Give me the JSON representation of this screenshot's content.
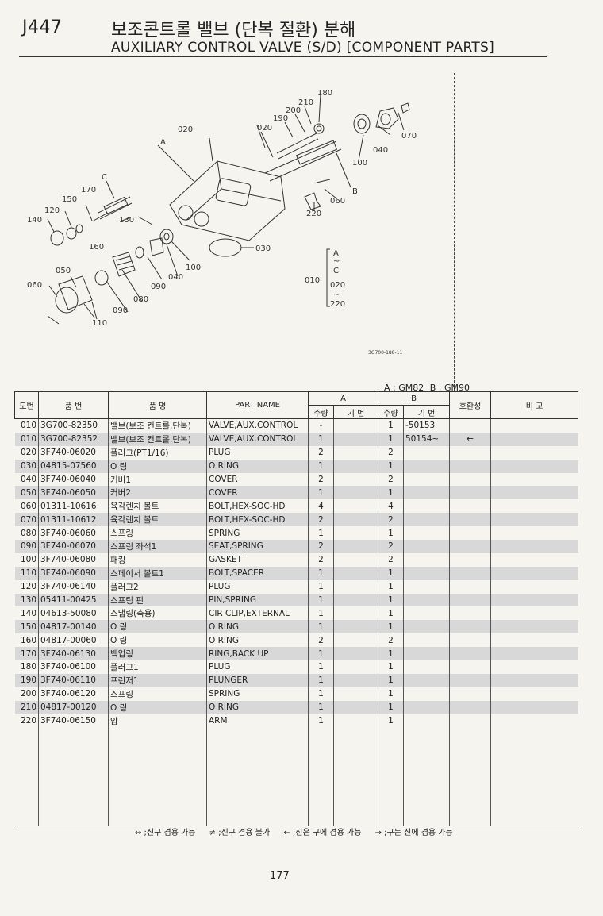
{
  "header": {
    "code": "J447",
    "title_ko": "보조콘트롤 밸브 (단복 절환) 분해",
    "title_en": "AUXILIARY CONTROL VALVE (S/D) [COMPONENT PARTS]"
  },
  "diagram": {
    "callouts": [
      "180",
      "210",
      "200",
      "190",
      "020",
      "020",
      "070",
      "040",
      "100",
      "A",
      "B",
      "060",
      "220",
      "C",
      "170",
      "150",
      "120",
      "140",
      "130",
      "160",
      "030",
      "100",
      "040",
      "090",
      "050",
      "060",
      "080",
      "090",
      "110"
    ],
    "group_labels": [
      "A",
      "~",
      "C",
      "010",
      "020",
      "~",
      "220"
    ],
    "drawing_no": "3G700-188-11"
  },
  "model_note": {
    "a": "A : GM82",
    "b": "B : GM90"
  },
  "table": {
    "headers": {
      "no": "도번",
      "part_no": "품 번",
      "name_ko": "품 명",
      "part_name": "PART NAME",
      "group_a": "A",
      "group_b": "B",
      "qty": "수량",
      "serial": "기 번",
      "compat": "호환성",
      "remarks": "비 고"
    },
    "rows": [
      {
        "no": "010",
        "part": "3G700-82350",
        "ko": "밸브(보조 컨트롤,단복)",
        "en": "VALVE,AUX.CONTROL",
        "qa": "-",
        "sa": "",
        "qb": "1",
        "sb": "-50153",
        "compat": "",
        "shade": false
      },
      {
        "no": "010",
        "part": "3G700-82352",
        "ko": "밸브(보조 컨트롤,단복)",
        "en": "VALVE,AUX.CONTROL",
        "qa": "1",
        "sa": "",
        "qb": "1",
        "sb": "50154~",
        "compat": "←",
        "shade": true
      },
      {
        "no": "020",
        "part": "3F740-06020",
        "ko": "플러그(PT1/16)",
        "en": "PLUG",
        "qa": "2",
        "sa": "",
        "qb": "2",
        "sb": "",
        "compat": "",
        "shade": false
      },
      {
        "no": "030",
        "part": "04815-07560",
        "ko": "O 링",
        "en": "O RING",
        "qa": "1",
        "sa": "",
        "qb": "1",
        "sb": "",
        "compat": "",
        "shade": true
      },
      {
        "no": "040",
        "part": "3F740-06040",
        "ko": "커버1",
        "en": "COVER",
        "qa": "2",
        "sa": "",
        "qb": "2",
        "sb": "",
        "compat": "",
        "shade": false
      },
      {
        "no": "050",
        "part": "3F740-06050",
        "ko": "커버2",
        "en": "COVER",
        "qa": "1",
        "sa": "",
        "qb": "1",
        "sb": "",
        "compat": "",
        "shade": true
      },
      {
        "no": "060",
        "part": "01311-10616",
        "ko": "육각렌치 볼트",
        "en": "BOLT,HEX-SOC-HD",
        "qa": "4",
        "sa": "",
        "qb": "4",
        "sb": "",
        "compat": "",
        "shade": false
      },
      {
        "no": "070",
        "part": "01311-10612",
        "ko": "육각렌치 볼트",
        "en": "BOLT,HEX-SOC-HD",
        "qa": "2",
        "sa": "",
        "qb": "2",
        "sb": "",
        "compat": "",
        "shade": true
      },
      {
        "no": "080",
        "part": "3F740-06060",
        "ko": "스프링",
        "en": "SPRING",
        "qa": "1",
        "sa": "",
        "qb": "1",
        "sb": "",
        "compat": "",
        "shade": false
      },
      {
        "no": "090",
        "part": "3F740-06070",
        "ko": "스프링 좌석1",
        "en": "SEAT,SPRING",
        "qa": "2",
        "sa": "",
        "qb": "2",
        "sb": "",
        "compat": "",
        "shade": true
      },
      {
        "no": "100",
        "part": "3F740-06080",
        "ko": "패킹",
        "en": "GASKET",
        "qa": "2",
        "sa": "",
        "qb": "2",
        "sb": "",
        "compat": "",
        "shade": false
      },
      {
        "no": "110",
        "part": "3F740-06090",
        "ko": "스페이서 볼트1",
        "en": "BOLT,SPACER",
        "qa": "1",
        "sa": "",
        "qb": "1",
        "sb": "",
        "compat": "",
        "shade": true
      },
      {
        "no": "120",
        "part": "3F740-06140",
        "ko": "플러그2",
        "en": "PLUG",
        "qa": "1",
        "sa": "",
        "qb": "1",
        "sb": "",
        "compat": "",
        "shade": false
      },
      {
        "no": "130",
        "part": "05411-00425",
        "ko": "스프링 핀",
        "en": "PIN,SPRING",
        "qa": "1",
        "sa": "",
        "qb": "1",
        "sb": "",
        "compat": "",
        "shade": true
      },
      {
        "no": "140",
        "part": "04613-50080",
        "ko": "스냅링(축용)",
        "en": "CIR CLIP,EXTERNAL",
        "qa": "1",
        "sa": "",
        "qb": "1",
        "sb": "",
        "compat": "",
        "shade": false
      },
      {
        "no": "150",
        "part": "04817-00140",
        "ko": "O 링",
        "en": "O RING",
        "qa": "1",
        "sa": "",
        "qb": "1",
        "sb": "",
        "compat": "",
        "shade": true
      },
      {
        "no": "160",
        "part": "04817-00060",
        "ko": "O 링",
        "en": "O RING",
        "qa": "2",
        "sa": "",
        "qb": "2",
        "sb": "",
        "compat": "",
        "shade": false
      },
      {
        "no": "170",
        "part": "3F740-06130",
        "ko": "백업링",
        "en": "RING,BACK UP",
        "qa": "1",
        "sa": "",
        "qb": "1",
        "sb": "",
        "compat": "",
        "shade": true
      },
      {
        "no": "180",
        "part": "3F740-06100",
        "ko": "플러그1",
        "en": "PLUG",
        "qa": "1",
        "sa": "",
        "qb": "1",
        "sb": "",
        "compat": "",
        "shade": false
      },
      {
        "no": "190",
        "part": "3F740-06110",
        "ko": "프런저1",
        "en": "PLUNGER",
        "qa": "1",
        "sa": "",
        "qb": "1",
        "sb": "",
        "compat": "",
        "shade": true
      },
      {
        "no": "200",
        "part": "3F740-06120",
        "ko": "스프링",
        "en": "SPRING",
        "qa": "1",
        "sa": "",
        "qb": "1",
        "sb": "",
        "compat": "",
        "shade": false
      },
      {
        "no": "210",
        "part": "04817-00120",
        "ko": "O 링",
        "en": "O RING",
        "qa": "1",
        "sa": "",
        "qb": "1",
        "sb": "",
        "compat": "",
        "shade": true
      },
      {
        "no": "220",
        "part": "3F740-06150",
        "ko": "암",
        "en": "ARM",
        "qa": "1",
        "sa": "",
        "qb": "1",
        "sb": "",
        "compat": "",
        "shade": false
      }
    ]
  },
  "legend": [
    "↔ ;신구 겸용 가능",
    "≠ ;신구 겸용 불가",
    "← ;신은 구에 겸용 가능",
    "→ ;구는 신에 겸용 가능"
  ],
  "page_number": "177"
}
